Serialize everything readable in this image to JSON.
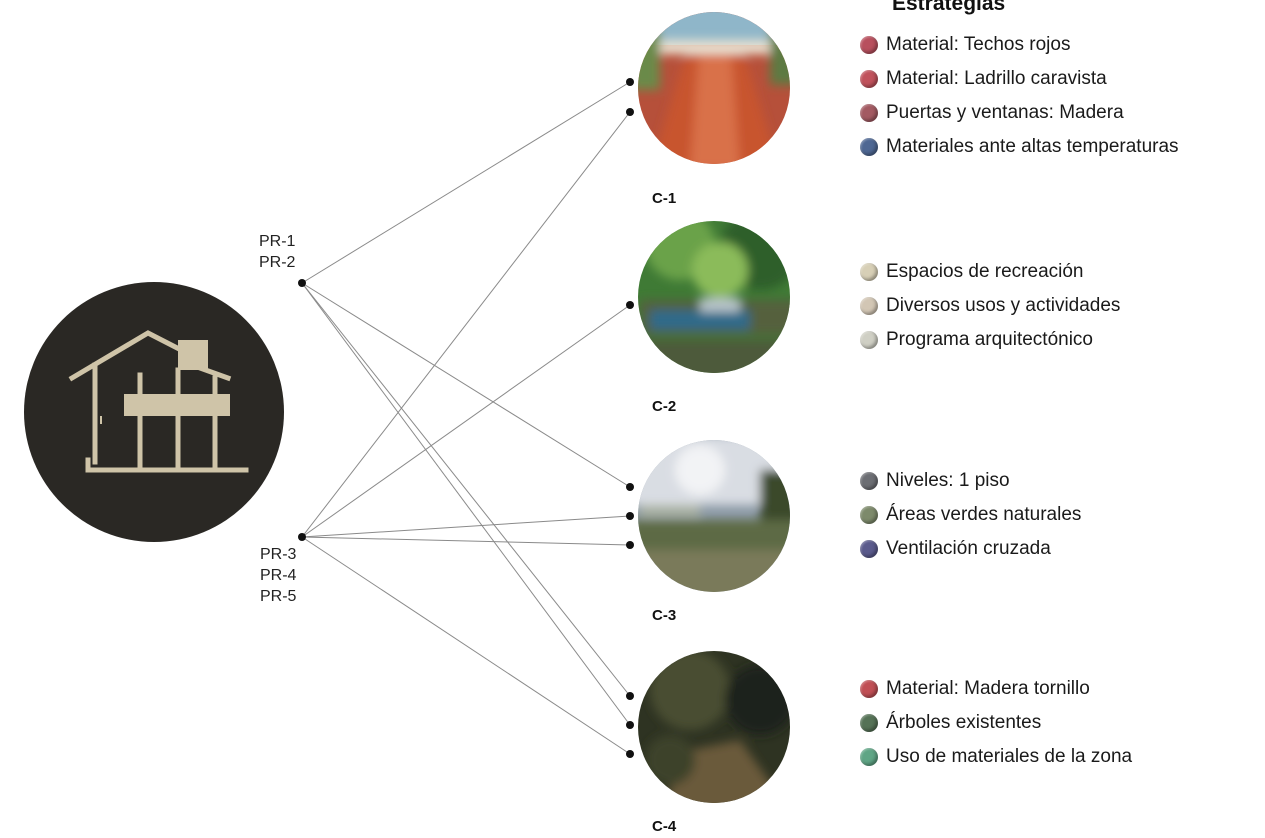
{
  "central_icon": {
    "icon": "house-on-stilts-icon",
    "background": "#2a2824",
    "stroke": "#cfc4a8"
  },
  "project_groups": [
    {
      "labels": [
        "PR-1",
        "PR-2"
      ]
    },
    {
      "labels": [
        "PR-3",
        "PR-4",
        "PR-5"
      ]
    }
  ],
  "heading": "Estrategias",
  "cases": [
    {
      "label": "C-1",
      "photo": {
        "subject": "red-roof-street-photo",
        "colors": [
          "#c8542e",
          "#a2402a",
          "#8fb6c9",
          "#6a8a4a"
        ]
      },
      "strategies": [
        {
          "text": "Material: Techos rojos",
          "color": "#b8505e"
        },
        {
          "text": "Material: Ladrillo caravista",
          "color": "#c0525c"
        },
        {
          "text": "Puertas y ventanas: Madera",
          "color": "#a35a62"
        },
        {
          "text": "Materiales ante altas temperaturas",
          "color": "#4e6793"
        }
      ]
    },
    {
      "label": "C-2",
      "photo": {
        "subject": "riverside-boats-photo",
        "colors": [
          "#3f7a35",
          "#6aa24a",
          "#2f6a8a",
          "#55603d"
        ]
      },
      "strategies": [
        {
          "text": "Espacios de recreación",
          "color": "#d7cfb6"
        },
        {
          "text": "Diversos usos y actividades",
          "color": "#d2c6b4"
        },
        {
          "text": "Programa arquitectónico",
          "color": "#cfcfc4"
        }
      ]
    },
    {
      "label": "C-3",
      "photo": {
        "subject": "riverbank-sky-photo",
        "colors": [
          "#d9dde3",
          "#8c9aa6",
          "#5d6b45",
          "#3a4a2c"
        ]
      },
      "strategies": [
        {
          "text": "Niveles: 1 piso",
          "color": "#6c6e73"
        },
        {
          "text": "Áreas verdes naturales",
          "color": "#7d8a6b"
        },
        {
          "text": "Ventilación cruzada",
          "color": "#5a5a8c"
        }
      ]
    },
    {
      "label": "C-4",
      "photo": {
        "subject": "dark-forest-path-photo",
        "colors": [
          "#2e3322",
          "#4a4e33",
          "#6a5a3a",
          "#1f241a"
        ]
      },
      "strategies": [
        {
          "text": "Material: Madera tornillo",
          "color": "#c04f55"
        },
        {
          "text": "Árboles existentes",
          "color": "#557256"
        },
        {
          "text": "Uso de materiales de la zona",
          "color": "#5fa585"
        }
      ]
    }
  ],
  "connections": [
    {
      "from": 0,
      "to_case": 0,
      "to_dot": 0
    },
    {
      "from": 0,
      "to_case": 2,
      "to_dot": 0
    },
    {
      "from": 0,
      "to_case": 3,
      "to_dot": 0
    },
    {
      "from": 0,
      "to_case": 3,
      "to_dot": 1
    },
    {
      "from": 1,
      "to_case": 0,
      "to_dot": 1
    },
    {
      "from": 1,
      "to_case": 1,
      "to_dot": 0
    },
    {
      "from": 1,
      "to_case": 2,
      "to_dot": 1
    },
    {
      "from": 1,
      "to_case": 2,
      "to_dot": 2
    },
    {
      "from": 1,
      "to_case": 3,
      "to_dot": 2
    }
  ]
}
